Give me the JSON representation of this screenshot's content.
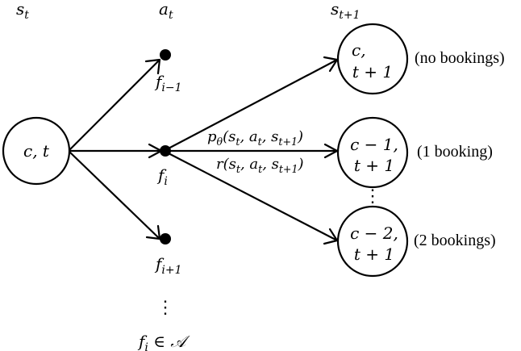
{
  "headers": {
    "state": "s_t",
    "action": "a_t",
    "next_state": "s_{t+1}"
  },
  "nodes": {
    "current_state": "c, t",
    "next_no_booking_line1": "c,",
    "next_no_booking_line2": "t + 1",
    "next_one_booking_line1": "c − 1,",
    "next_one_booking_line2": "t + 1",
    "next_two_booking_line1": "c − 2,",
    "next_two_booking_line2": "t + 1"
  },
  "annotations": {
    "no_bookings": "(no bookings)",
    "one_booking": "(1 booking)",
    "two_bookings": "(2 bookings)"
  },
  "actions": {
    "prev_fare": "f_{i−1}",
    "fare": "f_i",
    "next_fare": "f_{i+1}",
    "fare_set": "f_i ∈ 𝒜",
    "vertical_ellipsis": "⋮"
  },
  "edge_labels": {
    "transition_prob": "p_θ(s_t, a_t, s_{t+1})",
    "reward": "r(s_t, a_t, s_{t+1})"
  }
}
